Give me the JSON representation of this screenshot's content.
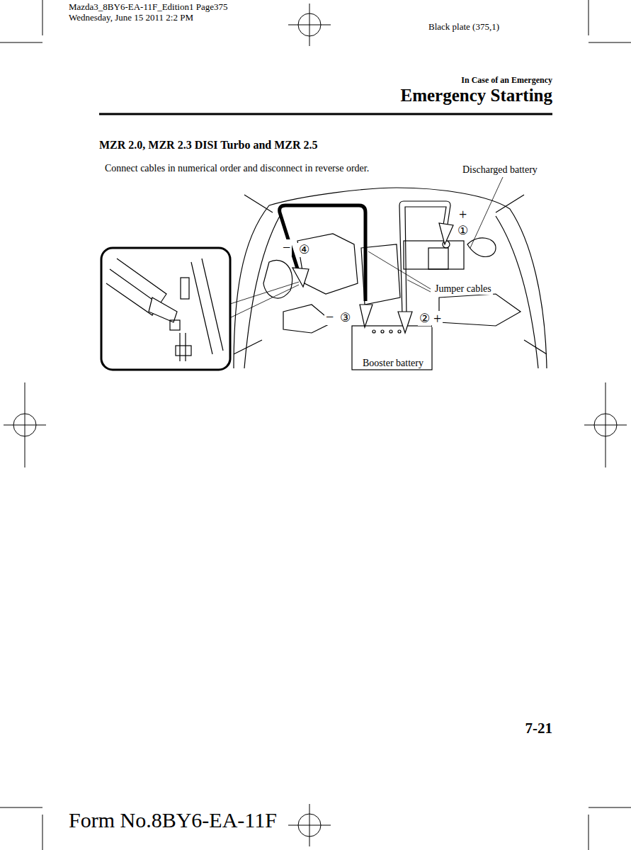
{
  "diagram": {
    "title": "Emergency Starting",
    "labels": [
      "Mazda3_8BY6-EA-11F_Edition1 Page375",
      "Wednesday, June 15 2011 2:2 PM",
      "Black plate (375,1)",
      "In Case of an Emergency",
      "MZR 2.0, MZR 2.3 DISI Turbo and MZR 2.5",
      "Connect cables in numerical order and disconnect in reverse order.",
      "Discharged battery",
      "+",
      "①",
      "−",
      "④",
      "Jumper cables",
      "−",
      "③",
      "②",
      "+",
      "Booster battery",
      "7-21",
      "Form No.8BY6-EA-11F"
    ]
  }
}
